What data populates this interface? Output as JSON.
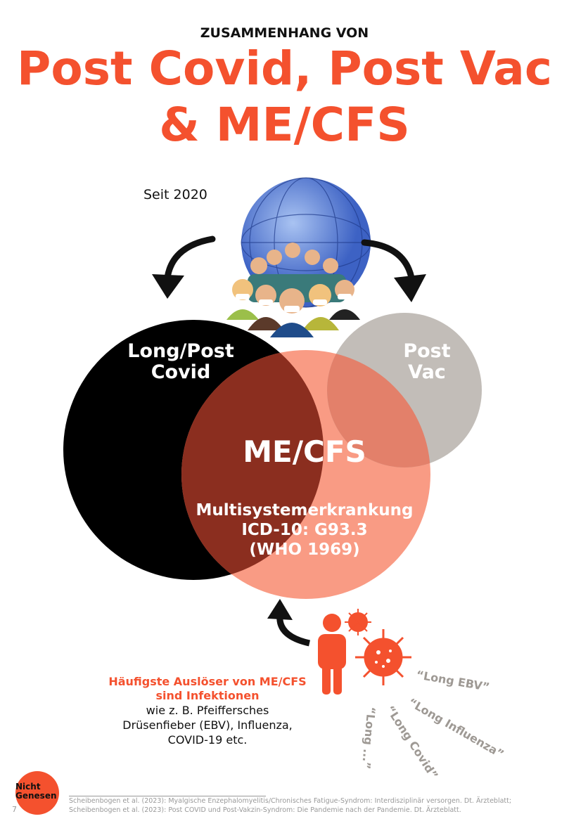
{
  "header": {
    "subtitle": "ZUSAMMENHANG VON",
    "title_line1": "Post Covid, Post Vac",
    "title_line2": "& ME/CFS"
  },
  "since": "Seit 2020",
  "venn": {
    "left": "Long/Post Covid",
    "left_l1": "Long/Post",
    "left_l2": "Covid",
    "right_l1": "Post",
    "right_l2": "Vac",
    "center": "ME/CFS",
    "desc1": "Multisystemerkrankung",
    "desc2": "ICD-10: G93.3",
    "desc3": "(WHO 1969)"
  },
  "triggers": {
    "heading1": "Häufigste Auslöser von ME/CFS",
    "heading2": "sind Infektionen",
    "body1": "wie z. B.  Pfeiffersches",
    "body2": "Drüsenfieber (EBV), Influenza,",
    "body3": "COVID-19 etc."
  },
  "labels": [
    "“Long EBV”",
    "“Long Influenza”",
    "“Long Covid”",
    "“Long ...”"
  ],
  "colors": {
    "accent": "#f4512e",
    "salmon": "#f99b84",
    "grey": "#c2bdb8"
  },
  "footer": {
    "logo_l1": "Nicht",
    "logo_l2": "Genesen",
    "page": "7",
    "ref1": "Scheibenbogen et al. (2023): Myalgische Enzephalomyelitis/Chronisches Fatigue-Syndrom: Interdisziplinär versorgen. Dt. Ärzteblatt;",
    "ref2": "Scheibenbogen et al. (2023): Post COVID und Post-Vakzin-Syndrom: Die Pandemie nach der Pandemie. Dt. Ärzteblatt."
  }
}
